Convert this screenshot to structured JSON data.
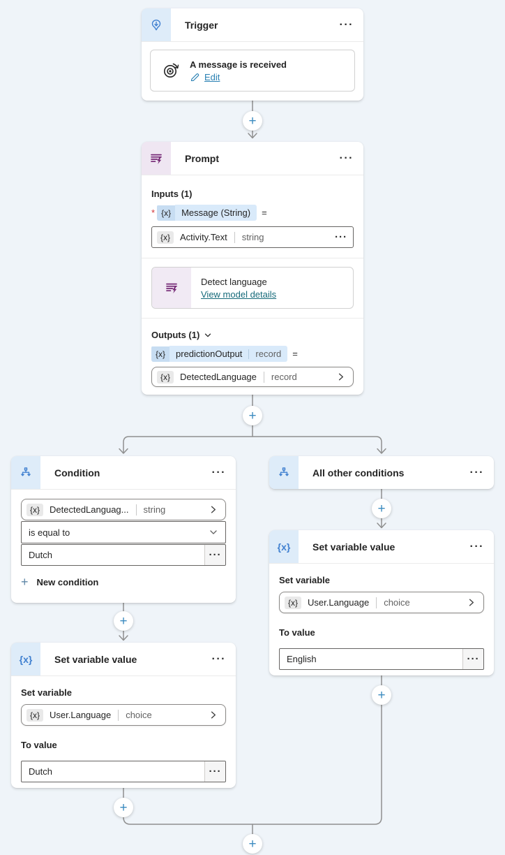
{
  "icons": {
    "more": "···",
    "plus": "+",
    "equals": "=",
    "required": "*",
    "variable_badge": "{x}"
  },
  "colors": {
    "canvas": "#eff4f9",
    "accent_plus": "#3c8bc0",
    "node_icon_blue": "#4080d0",
    "prompt_purple": "#742774",
    "edit_link": "#2980b3",
    "model_link": "#156a7a",
    "token_blue_bg": "#d9eafa",
    "connector_gray": "#8f8f8f"
  },
  "nodes": {
    "trigger": {
      "title": "Trigger",
      "event_label": "A message is received",
      "edit_label": "Edit"
    },
    "prompt": {
      "title": "Prompt",
      "inputs_label": "Inputs (1)",
      "input_name": "Message (String)",
      "input_value": "Activity.Text",
      "input_type": "string",
      "model_name": "Detect language",
      "model_link": "View model details",
      "outputs_label": "Outputs (1)",
      "output_name": "predictionOutput",
      "output_type": "record",
      "output_value": "DetectedLanguage",
      "output_value_type": "record"
    },
    "condition": {
      "title": "Condition",
      "operand": "DetectedLanguag...",
      "operand_type": "string",
      "operator": "is equal to",
      "value": "Dutch",
      "new_condition_label": "New condition"
    },
    "all_other_conditions": {
      "title": "All other conditions"
    },
    "set_variable_left": {
      "title": "Set variable value",
      "set_variable_label": "Set variable",
      "variable": "User.Language",
      "variable_type": "choice",
      "to_value_label": "To value",
      "value": "Dutch"
    },
    "set_variable_right": {
      "title": "Set variable value",
      "set_variable_label": "Set variable",
      "variable": "User.Language",
      "variable_type": "choice",
      "to_value_label": "To value",
      "value": "English"
    }
  }
}
